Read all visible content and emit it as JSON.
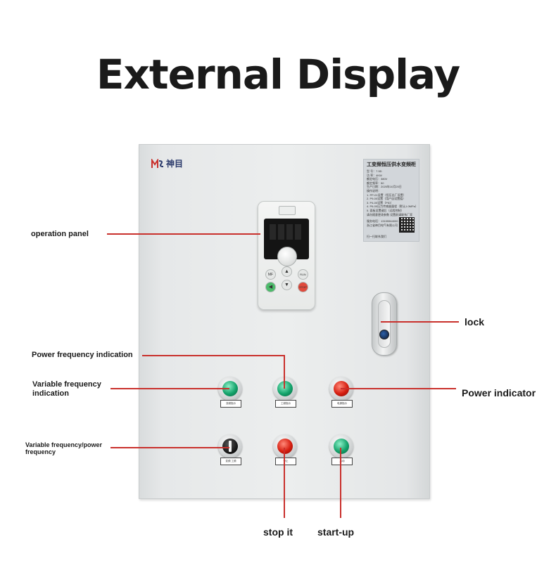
{
  "title": "External Display",
  "brand": {
    "logo": "神目"
  },
  "nameplate": {
    "title": "工变频恒压供水变频柜",
    "rows": [
      "型  号：7.5D",
      "功  率：4KW",
      "额定电压：380V",
      "额定频率：50",
      "生产日期：2025年10月20日",
      "操作说明：",
      "1. PP-01设置（恒压出厂设置）",
      "2. P9-00设置（用户自设置值）",
      "3. P4-00设置（PID）",
      "4. P6-00压力传感器量程（默认1.0MPa）",
      "5. 面板设置键后（远程控制）",
      "请勿随意更改参数 设置前请联系厂家"
    ],
    "phone": "服务电话：13155564000",
    "company": "浙江省神目电气有限公司",
    "qr_caption": "扫一扫联系我们"
  },
  "panel": {
    "buttons": [
      "MF",
      "▲",
      "RUN",
      "◀",
      "▼",
      "STOP"
    ]
  },
  "devices": [
    {
      "id": "variable-frequency-indicator",
      "kind": "green-lamp",
      "label": "变频指示"
    },
    {
      "id": "power-frequency-indicator",
      "kind": "green-lamp",
      "label": "工频指示"
    },
    {
      "id": "power-indicator",
      "kind": "red-lamp",
      "label": "电源指示"
    },
    {
      "id": "variable-power-selector",
      "kind": "selector",
      "label": "变频 工频"
    },
    {
      "id": "stop-button",
      "kind": "red-lamp",
      "label": "停止"
    },
    {
      "id": "start-button",
      "kind": "green-lamp",
      "label": "启动"
    }
  ],
  "annotations": {
    "operation_panel": "operation panel",
    "lock": "lock",
    "power_frequency_indication": "Power frequency indication",
    "variable_frequency_indication_1": "Variable frequency",
    "variable_frequency_indication_2": "indication",
    "power_indicator": "Power indicator",
    "variable_power_1": "Variable frequency/power",
    "variable_power_2": "frequency",
    "stop_it": "stop it",
    "start_up": "start-up"
  },
  "colors": {
    "callout_line": "#c9302c",
    "indicator_green": "#14a36b",
    "indicator_red": "#d61e10",
    "cabinet": "#e8eaeb",
    "title_text": "#1a1a1a"
  }
}
